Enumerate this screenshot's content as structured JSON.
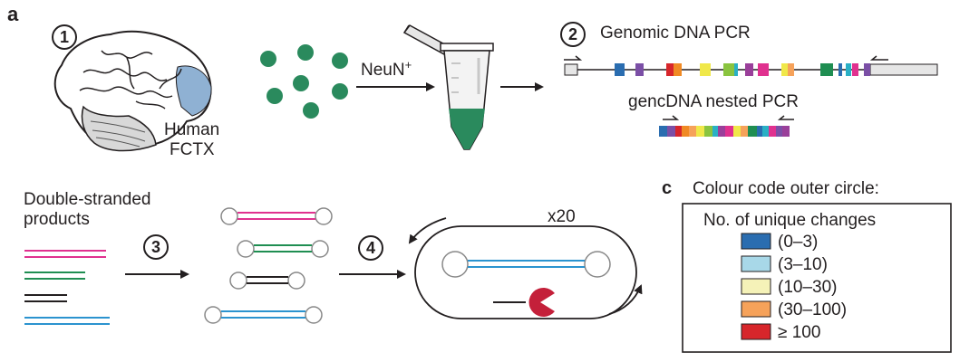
{
  "panel_a": {
    "letter": "a",
    "tissue_label_line1": "Human",
    "tissue_label_line2": "FCTX",
    "sort_marker": "NeuN",
    "sort_marker_sup": "+",
    "pcr_title": "Genomic DNA PCR",
    "nested_pcr_title": "gencDNA nested PCR",
    "products_label_line1": "Double-stranded",
    "products_label_line2": "products",
    "cycles": "x20",
    "steps": [
      "1",
      "2",
      "3",
      "4"
    ],
    "icons": [
      "brain-icon",
      "nuclei-icon",
      "tube-icon",
      "hairpin-icon",
      "exonuclease-icon"
    ]
  },
  "panel_c": {
    "letter": "c",
    "title": "Colour code outer circle:",
    "legend_title": "No. of unique changes",
    "legend": [
      {
        "label": "(0–3)",
        "color": "#2a6db0"
      },
      {
        "label": "(3–10)",
        "color": "#a8d8e8"
      },
      {
        "label": "(10–30)",
        "color": "#f5f2b8"
      },
      {
        "label": "(30–100)",
        "color": "#f6a25a"
      },
      {
        "label": "≥ 100",
        "color": "#d7262b"
      }
    ]
  },
  "colors": {
    "magenta": "#e0318f",
    "green": "#1f8e52",
    "black": "#231f20",
    "blue": "#2b93cf",
    "nuclei": "#2a8a5d",
    "enzyme": "#c4203a",
    "brain_region": "#8fb1d3"
  }
}
